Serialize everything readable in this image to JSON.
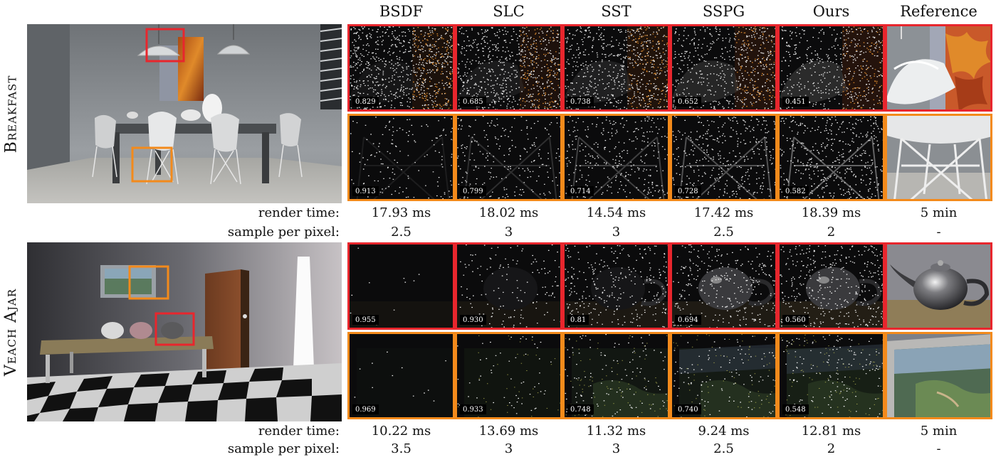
{
  "columns": [
    "BSDF",
    "SLC",
    "SST",
    "SSPG",
    "Ours",
    "Reference"
  ],
  "scenes": [
    {
      "name": "Breakfast",
      "crops": [
        {
          "frame": "red",
          "errors": [
            "0.829",
            "0.685",
            "0.738",
            "0.652",
            "0.451"
          ]
        },
        {
          "frame": "orange",
          "errors": [
            "0.913",
            "0.799",
            "0.714",
            "0.728",
            "0.582"
          ]
        }
      ],
      "render_time_label": "render time:",
      "render_times": [
        "17.93 ms",
        "18.02 ms",
        "14.54 ms",
        "17.42 ms",
        "18.39 ms",
        "5 min"
      ],
      "spp_label": "sample per pixel:",
      "spp": [
        "2.5",
        "3",
        "3",
        "2.5",
        "2",
        "-"
      ]
    },
    {
      "name": "Veach Ajar",
      "crops": [
        {
          "frame": "red",
          "errors": [
            "0.955",
            "0.930",
            "0.81",
            "0.694",
            "0.560"
          ]
        },
        {
          "frame": "orange",
          "errors": [
            "0.969",
            "0.933",
            "0.748",
            "0.740",
            "0.548"
          ]
        }
      ],
      "render_time_label": "render time:",
      "render_times": [
        "10.22 ms",
        "13.69 ms",
        "11.32 ms",
        "9.24 ms",
        "12.81 ms",
        "5 min"
      ],
      "spp_label": "sample per pixel:",
      "spp": [
        "3.5",
        "3",
        "3",
        "2.5",
        "2",
        "-"
      ]
    }
  ],
  "colors": {
    "red_frame": "#e8262d",
    "orange_frame": "#f38a1b"
  },
  "noise_density": {
    "breakfast_top": [
      0.48,
      0.42,
      0.4,
      0.36,
      0.3
    ],
    "breakfast_bottom": [
      0.1,
      0.16,
      0.22,
      0.26,
      0.3
    ],
    "veach_top": [
      0.01,
      0.1,
      0.2,
      0.22,
      0.26
    ],
    "veach_bottom": [
      0.01,
      0.04,
      0.08,
      0.08,
      0.1
    ]
  }
}
